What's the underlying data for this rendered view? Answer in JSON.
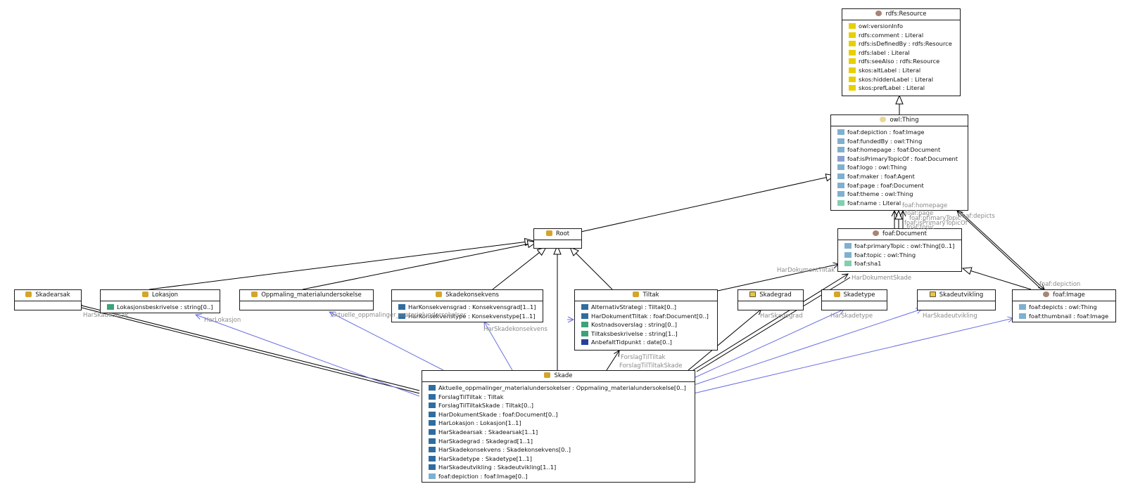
{
  "colors": {
    "object_property": "#2f6da0",
    "datatype_property": "#3aa37a",
    "annotation_property": "#e8d000",
    "foaf_object_property": "#7fb0cf",
    "foaf_datatype_property": "#7fd0b0",
    "class_icon": "#d4a52a",
    "foaf_class_icon": "#b08a6a",
    "subclass_edge": "#000000",
    "property_edge": "#6a70e0"
  },
  "classes": {
    "rdfs_resource": {
      "title": "rdfs:Resource",
      "icon": "rdf-class-icon",
      "props": [
        {
          "text": "owl:versionInfo",
          "kind": "annotation"
        },
        {
          "text": "rdfs:comment : Literal",
          "kind": "annotation"
        },
        {
          "text": "rdfs:isDefinedBy : rdfs:Resource",
          "kind": "annotation"
        },
        {
          "text": "rdfs:label : Literal",
          "kind": "annotation"
        },
        {
          "text": "rdfs:seeAlso : rdfs:Resource",
          "kind": "annotation"
        },
        {
          "text": "skos:altLabel : Literal",
          "kind": "annotation"
        },
        {
          "text": "skos:hiddenLabel : Literal",
          "kind": "annotation"
        },
        {
          "text": "skos:prefLabel : Literal",
          "kind": "annotation"
        }
      ]
    },
    "owl_thing": {
      "title": "owl:Thing",
      "icon": "owl-class-icon",
      "props": [
        {
          "text": "foaf:depiction : foaf:Image",
          "kind": "foaf_object"
        },
        {
          "text": "foaf:fundedBy : owl:Thing",
          "kind": "foaf_object"
        },
        {
          "text": "foaf:homepage : foaf:Document",
          "kind": "foaf_object"
        },
        {
          "text": "foaf:isPrimaryTopicOf : foaf:Document",
          "kind": "foaf_object2"
        },
        {
          "text": "foaf:logo : owl:Thing",
          "kind": "foaf_object"
        },
        {
          "text": "foaf:maker : foaf:Agent",
          "kind": "foaf_object"
        },
        {
          "text": "foaf:page : foaf:Document",
          "kind": "foaf_object"
        },
        {
          "text": "foaf:theme : owl:Thing",
          "kind": "foaf_object"
        },
        {
          "text": "foaf:name : Literal",
          "kind": "foaf_datatype"
        }
      ]
    },
    "foaf_document": {
      "title": "foaf:Document",
      "icon": "foaf-class-icon",
      "props": [
        {
          "text": "foaf:primaryTopic : owl:Thing[0..1]",
          "kind": "foaf_object"
        },
        {
          "text": "foaf:topic : owl:Thing",
          "kind": "foaf_object"
        },
        {
          "text": "foaf:sha1",
          "kind": "foaf_datatype"
        }
      ]
    },
    "foaf_image": {
      "title": "foaf:Image",
      "icon": "foaf-class-icon",
      "props": [
        {
          "text": "foaf:depicts : owl:Thing",
          "kind": "foaf_object"
        },
        {
          "text": "foaf:thumbnail : foaf:Image",
          "kind": "foaf_object"
        }
      ]
    },
    "root": {
      "title": "Root",
      "icon": "class-icon",
      "props": []
    },
    "skadearsak": {
      "title": "Skadearsak",
      "icon": "class-icon",
      "props": []
    },
    "lokasjon": {
      "title": "Lokasjon",
      "icon": "class-icon",
      "props": [
        {
          "text": "Lokasjonsbeskrivelse : string[0..]",
          "kind": "datatype"
        }
      ]
    },
    "oppmaling": {
      "title": "Oppmaling_materialundersokelse",
      "icon": "class-icon",
      "props": []
    },
    "skadekonsekvens": {
      "title": "Skadekonsekvens",
      "icon": "class-icon",
      "props": [
        {
          "text": "HarKonsekvensgrad : Konsekvensgrad[1..1]",
          "kind": "object"
        },
        {
          "text": "HarKonsekvenstype : Konsekvenstype[1..1]",
          "kind": "object"
        }
      ]
    },
    "tiltak": {
      "title": "Tiltak",
      "icon": "class-icon",
      "props": [
        {
          "text": "AlternativStrategi : Tiltak[0..]",
          "kind": "object"
        },
        {
          "text": "HarDokumentTiltak : foaf:Document[0..]",
          "kind": "object"
        },
        {
          "text": "Kostnadsoverslag : string[0..]",
          "kind": "datatype"
        },
        {
          "text": "Tiltaksbeskrivelse : string[1..]",
          "kind": "datatype"
        },
        {
          "text": "AnbefaltTidpunkt : date[0..]",
          "kind": "date"
        }
      ]
    },
    "skadegrad": {
      "title": "Skadegrad",
      "icon": "enum-class-icon",
      "props": []
    },
    "skadetype": {
      "title": "Skadetype",
      "icon": "class-icon",
      "props": []
    },
    "skadeutvikling": {
      "title": "Skadeutvikling",
      "icon": "enum-class-icon",
      "props": []
    },
    "skade": {
      "title": "Skade",
      "icon": "class-icon",
      "props": [
        {
          "text": "Aktuelle_oppmalinger_materialundersokelser : Oppmaling_materialundersokelse[0..]",
          "kind": "object"
        },
        {
          "text": "ForslagTilTiltak : Tiltak",
          "kind": "object"
        },
        {
          "text": "ForslagTilTiltakSkade : Tiltak[0..]",
          "kind": "object"
        },
        {
          "text": "HarDokumentSkade : foaf:Document[0..]",
          "kind": "object"
        },
        {
          "text": "HarLokasjon : Lokasjon[1..1]",
          "kind": "object"
        },
        {
          "text": "HarSkadearsak : Skadearsak[1..1]",
          "kind": "object"
        },
        {
          "text": "HarSkadegrad : Skadegrad[1..1]",
          "kind": "object"
        },
        {
          "text": "HarSkadekonsekvens : Skadekonsekvens[0..]",
          "kind": "object"
        },
        {
          "text": "HarSkadetype : Skadetype[1..1]",
          "kind": "object"
        },
        {
          "text": "HarSkadeutvikling : Skadeutvikling[1..1]",
          "kind": "object"
        },
        {
          "text": "foaf:depiction : foaf:Image[0..]",
          "kind": "foaf_object"
        }
      ]
    }
  },
  "edge_labels": {
    "har_skadearsak": "HarSkadearsak",
    "har_lokasjon": "HarLokasjon",
    "aktuelle": "Aktuelle_oppmalinger_materialundersokelser",
    "har_skadekonsekvens": "HarSkadekonsekvens",
    "forslag_til_tiltak": "ForslagTilTiltak",
    "forslag_til_tiltak_skade": "ForslagTilTiltakSkade",
    "har_dokument_tiltak": "HarDokumentTiltak",
    "har_dokument_skade": "HarDokumentSkade",
    "har_skadegrad": "HarSkadegrad",
    "har_skadetype": "HarSkadetype",
    "har_skadeutvikling": "HarSkadeutvikling",
    "foaf_depiction": "foaf:depiction",
    "foaf_depicts": "foaf:depicts",
    "foaf_homepage": "foaf:homepage",
    "foaf_page": "foaf:page",
    "foaf_primary_topic": "foaf:primaryTopic",
    "foaf_is_primary_topic_of": "foaf:isPrimaryTopicOf",
    "foaf_topic": "foaf:topic"
  }
}
